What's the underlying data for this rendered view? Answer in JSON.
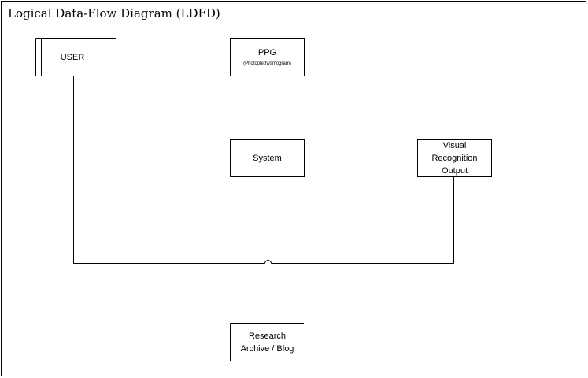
{
  "title": "Logical Data-Flow Diagram (LDFD)",
  "nodes": {
    "user": {
      "label": "USER"
    },
    "ppg": {
      "label": "PPG",
      "sublabel": "(Photoplethysmogram)"
    },
    "system": {
      "label": "System"
    },
    "visual": {
      "line1": "Visual",
      "line2": "Recognition",
      "line3": "Output"
    },
    "archive": {
      "line1": "Research",
      "line2": "Archive / Blog"
    }
  }
}
